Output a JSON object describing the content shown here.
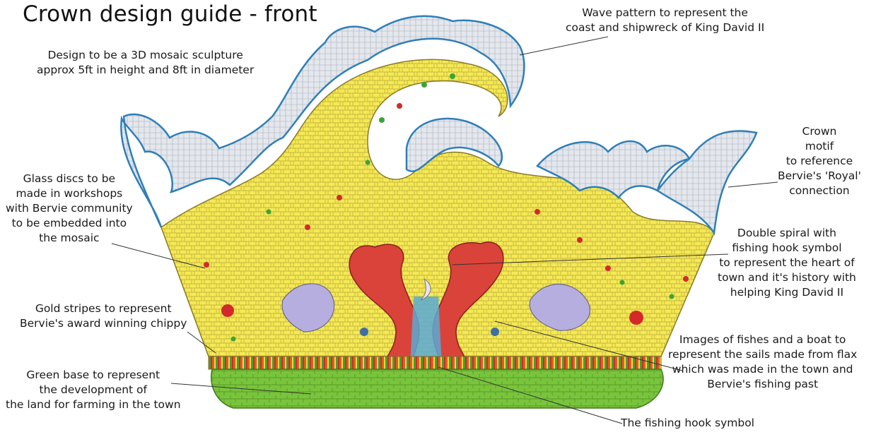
{
  "title": "Crown design guide - front",
  "annotations": {
    "design": [
      "Design to be a 3D mosaic sculpture",
      "approx 5ft in height and 8ft in diameter"
    ],
    "wave": [
      "Wave pattern to represent the",
      "coast and shipwreck of King David II"
    ],
    "crown_motif": [
      "Crown",
      "motif",
      "to reference",
      "Bervie's 'Royal'",
      "connection"
    ],
    "glass_discs": [
      "Glass discs to be",
      "made in workshops",
      "with Bervie community",
      "to be embedded into",
      "the mosaic"
    ],
    "double_spiral": [
      "Double spiral with",
      "fishing hook symbol",
      "to represent the heart of",
      "town and it's history with",
      "helping King David II"
    ],
    "gold_stripes": [
      "Gold stripes to represent",
      "Bervie's award winning chippy"
    ],
    "fishes": [
      "Images of fishes and a boat to",
      "represent the sails made from flax",
      "which was made in the town and",
      "Bervie's fishing past"
    ],
    "green_base": [
      "Green base to represent",
      "the development of",
      "the land for farming in the town"
    ],
    "fishing_hook": [
      "The fishing hook symbol"
    ]
  },
  "colors": {
    "crown_yellow": "#f5ea55",
    "wave_silver": "#e4e7ec",
    "wave_blue": "#3a9bd0",
    "spiral_red": "#d9433a",
    "base_green": "#79c43c",
    "disc_red": "#d22a2a",
    "disc_green": "#3aa535"
  }
}
